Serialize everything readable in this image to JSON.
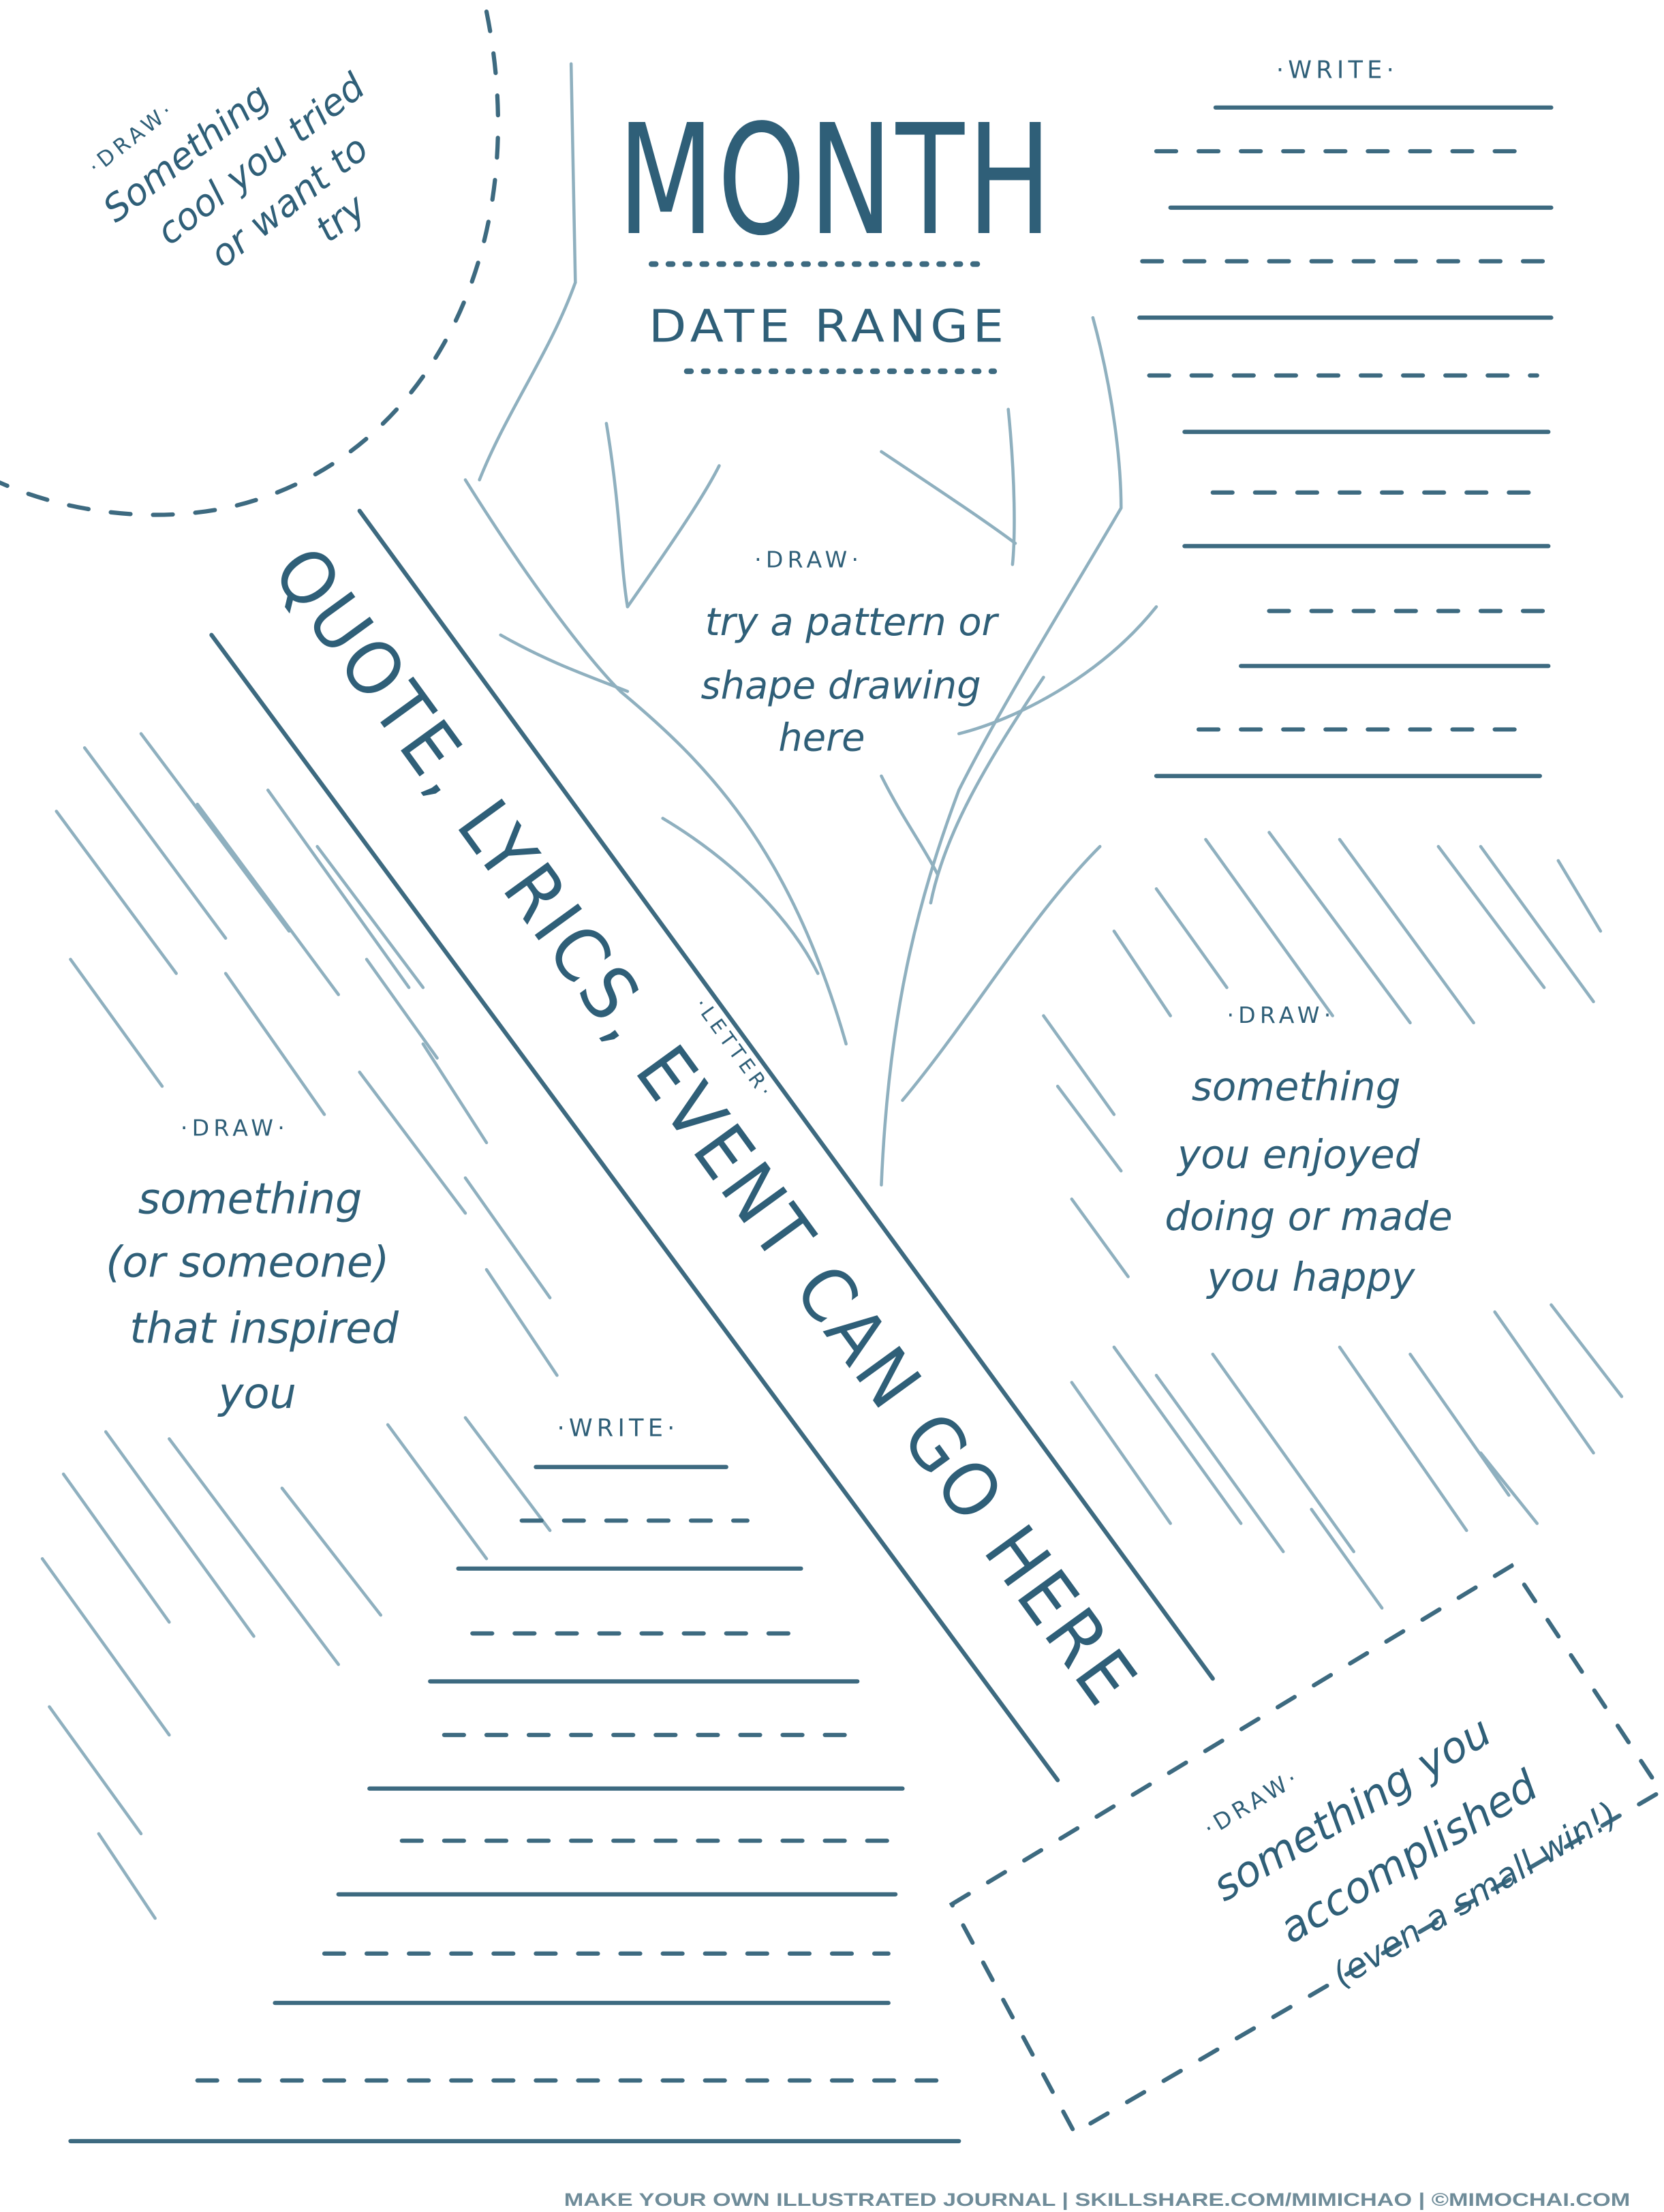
{
  "title": "MONTH",
  "date_range": "DATE RANGE",
  "band_text": "QUOTE, LYRICS, EVENT CAN GO HERE",
  "letter_label": "·LETTER·",
  "prompts": {
    "top_left": {
      "label": "·DRAW·",
      "lines": [
        "Something",
        "cool you tried",
        "or want to",
        "try"
      ]
    },
    "center": {
      "label": "·DRAW·",
      "lines": [
        "try a pattern or",
        "shape drawing",
        "here"
      ]
    },
    "right": {
      "label": "·DRAW·",
      "lines": [
        "something",
        "you enjoyed",
        "doing or made",
        "you happy"
      ]
    },
    "left": {
      "label": "·DRAW·",
      "lines": [
        "something",
        "(or someone)",
        "that inspired",
        "you"
      ]
    },
    "bottom_right": {
      "label": "·DRAW·",
      "lines": [
        "something you",
        "accomplished",
        "(even a small win!)"
      ]
    }
  },
  "write_top": "·WRITE·",
  "write_bottom": "·WRITE·",
  "footer": "MAKE YOUR OWN ILLUSTRATED JOURNAL | SKILLSHARE.COM/MIMICHAO |  ©MIMOCHAI.COM",
  "colors": {
    "ink": "#2f5f78",
    "footer": "#6f8c99"
  }
}
